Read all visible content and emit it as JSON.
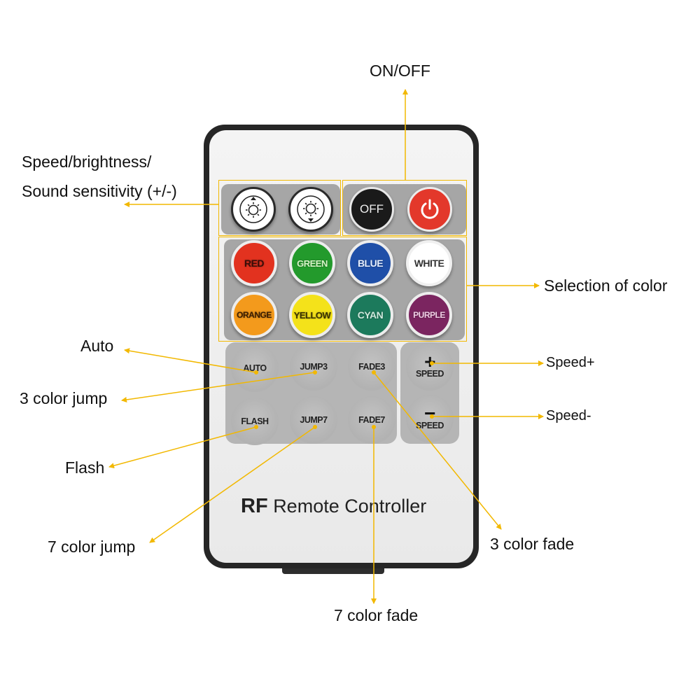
{
  "annotations": {
    "on_off": "ON/OFF",
    "speed_brightness_1": "Speed/brightness/",
    "speed_brightness_2": "Sound sensitivity (+/-)",
    "selection_color": "Selection of color",
    "auto": "Auto",
    "jump3": "3 color jump",
    "flash": "Flash",
    "jump7": "7 color jump",
    "speed_plus": "Speed+",
    "speed_minus": "Speed-",
    "fade3": "3 color fade",
    "fade7": "7 color fade"
  },
  "buttons": {
    "off": "OFF",
    "colors": [
      "RED",
      "GREEN",
      "BLUE",
      "WHITE",
      "ORANGE",
      "YELLOW",
      "CYAN",
      "PURPLE"
    ],
    "modes": [
      "AUTO",
      "JUMP3",
      "FADE3",
      "FLASH",
      "JUMP7",
      "FADE7"
    ],
    "speed_plus_symbol": "+",
    "speed_minus_symbol": "−",
    "speed_label": "SPEED"
  },
  "brand": {
    "rf": "RF",
    "rest": "Remote Controller"
  },
  "colors": {
    "leader": "#f2b800",
    "red": "#e2321f",
    "green": "#239a2c",
    "blue": "#1f4fa8",
    "white": "#ffffff",
    "orange": "#f39a1c",
    "yellow": "#f4e21a",
    "cyan": "#1c7a5c",
    "purple": "#7b2560",
    "power": "#e3382b",
    "off": "#1a1a1a"
  },
  "icons": [
    "brightness-up-icon",
    "brightness-down-icon",
    "power-icon"
  ]
}
